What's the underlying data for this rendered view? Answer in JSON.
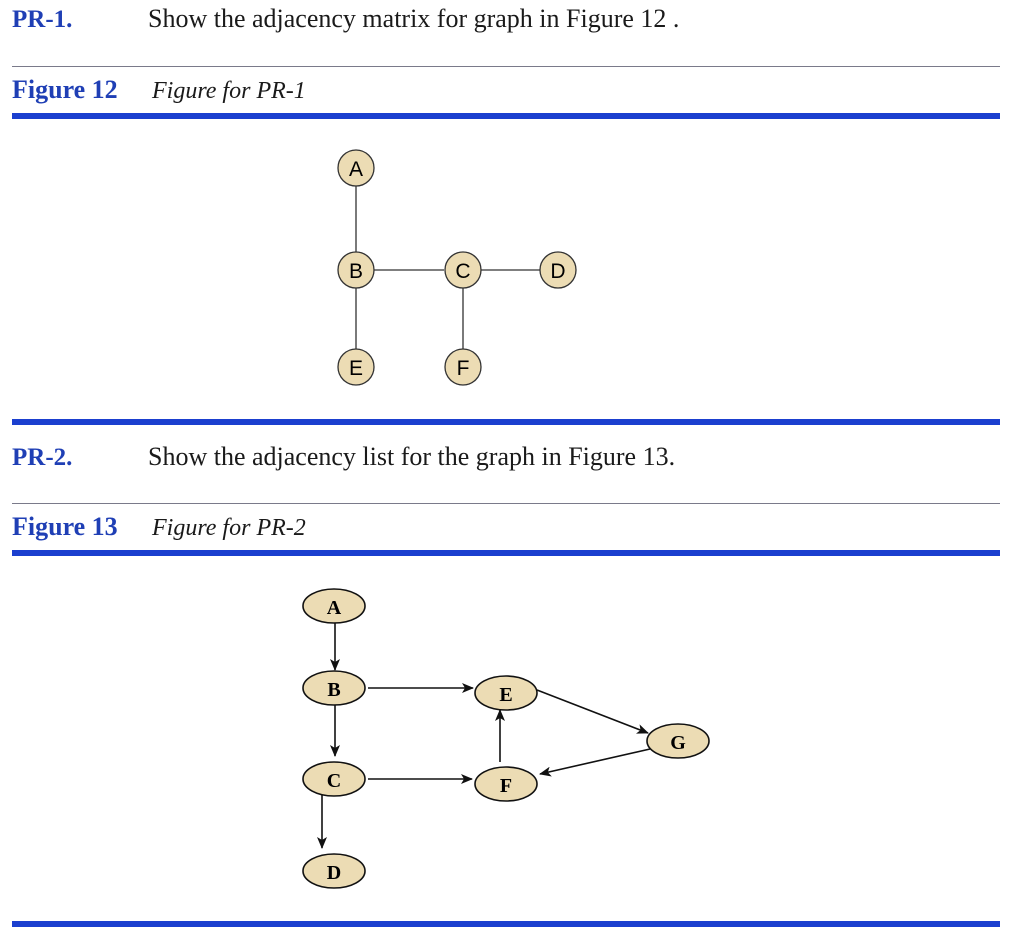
{
  "problems": [
    {
      "label": "PR-1.",
      "text": "Show the adjacency matrix for graph in Figure 12 ."
    },
    {
      "label": "PR-2.",
      "text": "Show the adjacency list for the graph in Figure 13."
    }
  ],
  "figures": [
    {
      "label": "Figure 12",
      "caption": "Figure for PR-1",
      "graph": {
        "directed": false,
        "nodes": [
          "A",
          "B",
          "C",
          "D",
          "E",
          "F"
        ],
        "edges": [
          [
            "A",
            "B"
          ],
          [
            "B",
            "C"
          ],
          [
            "C",
            "D"
          ],
          [
            "B",
            "E"
          ],
          [
            "C",
            "F"
          ]
        ]
      }
    },
    {
      "label": "Figure 13",
      "caption": "Figure for PR-2",
      "graph": {
        "directed": true,
        "nodes": [
          "A",
          "B",
          "C",
          "D",
          "E",
          "F",
          "G"
        ],
        "edges": [
          [
            "A",
            "B"
          ],
          [
            "B",
            "E"
          ],
          [
            "B",
            "C"
          ],
          [
            "C",
            "D"
          ],
          [
            "C",
            "F"
          ],
          [
            "F",
            "E"
          ],
          [
            "E",
            "G"
          ],
          [
            "G",
            "F"
          ]
        ]
      }
    }
  ],
  "colors": {
    "accent": "#1b3fcf",
    "label": "#1f3fb5",
    "node_fill": "#ecdcb4",
    "node_stroke": "#333333"
  }
}
